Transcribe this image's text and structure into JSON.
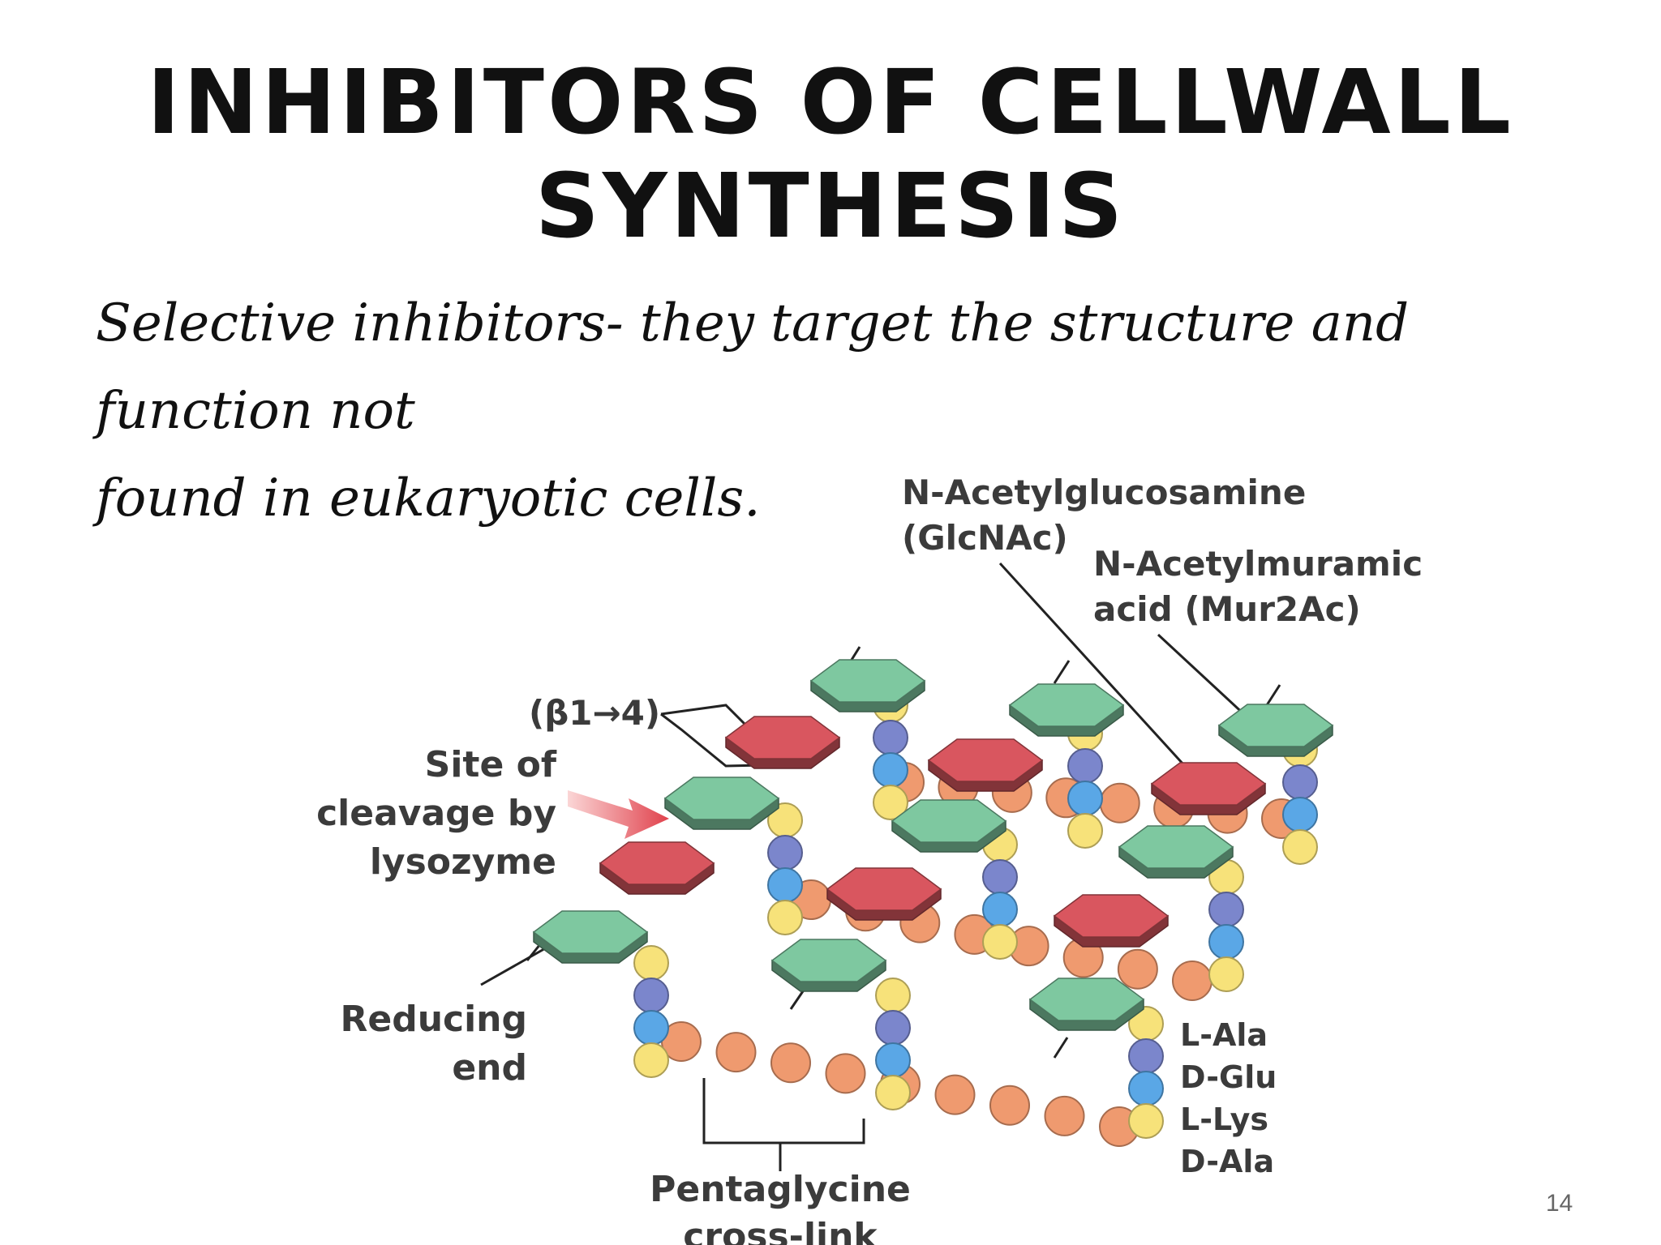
{
  "slide": {
    "title_line1": "INHIBITORS OF CELLWALL",
    "title_line2": "SYNTHESIS",
    "subtitle_line1": "Selective inhibitors- they target the structure and function not",
    "subtitle_line2": "found in eukaryotic cells.",
    "page_number": "14"
  },
  "diagram": {
    "labels": {
      "glcnac_1": "N-Acetylglucosamine",
      "glcnac_2": "(GlcNAc)",
      "mur2ac_1": "N-Acetylmuramic",
      "mur2ac_2": "acid (Mur2Ac)",
      "beta_link": "(β1→4)",
      "cleavage_1": "Site of",
      "cleavage_2": "cleavage by",
      "cleavage_3": "lysozyme",
      "reducing_1": "Reducing",
      "reducing_2": "end",
      "pentaglycine_1": "Pentaglycine",
      "pentaglycine_2": "cross-link"
    },
    "amino_acids": [
      "L-Ala",
      "D-Glu",
      "L-Lys",
      "D-Ala"
    ],
    "colors": {
      "glcnac": "#7ec8a0",
      "mur2ac": "#d9565f",
      "ala": "#f7e27a",
      "glu": "#7b86cc",
      "lys": "#5aa7e6",
      "glycine": "#ef9a6f"
    }
  }
}
